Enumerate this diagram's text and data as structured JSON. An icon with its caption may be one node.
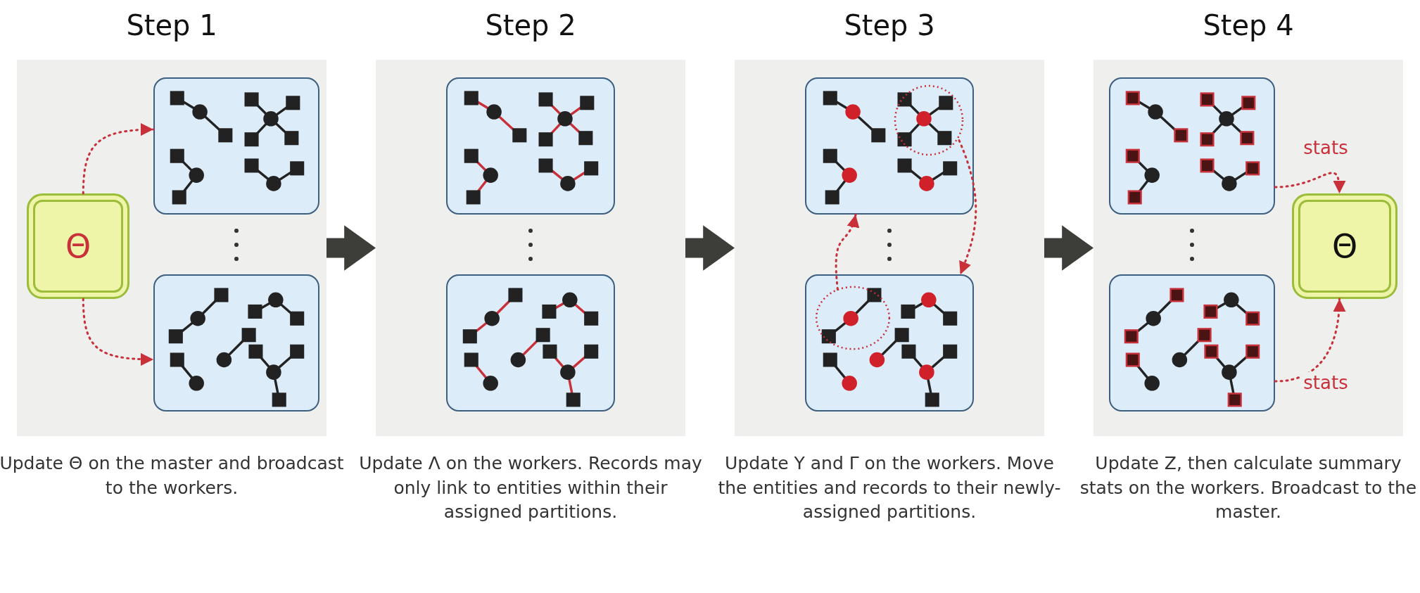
{
  "diagram": {
    "nodes": [
      {
        "text": [
          "Step 1"
        ],
        "beside": [
          "Update Θ on the master and broadcast to the workers."
        ]
      },
      {
        "text": [
          "Θ"
        ],
        "in": 0
      },
      {
        "text": [],
        "shape": "box",
        "in": 0
      },
      {
        "text": [],
        "shape": "box",
        "in": 0
      },
      {
        "text": [
          "Step 2"
        ],
        "beside": [
          "Update Λ on the workers. Records may only link to entities within their assigned partitions."
        ]
      },
      {
        "text": [],
        "shape": "box",
        "in": 4
      },
      {
        "text": [],
        "shape": "box",
        "in": 4
      },
      {
        "text": [
          "Step 3"
        ],
        "beside": [
          "Update Y and Γ on the workers. Move the entities and records to their newly-assigned partitions."
        ]
      },
      {
        "text": [],
        "shape": "box",
        "in": 7
      },
      {
        "text": [],
        "shape": "ellipse",
        "in": 8
      },
      {
        "text": [],
        "shape": "box",
        "in": 7
      },
      {
        "text": [],
        "shape": "ellipse",
        "in": 10
      },
      {
        "text": [
          "Step 4"
        ],
        "beside": [
          "Update Z, then calculate summary stats on the workers. Broadcast to the master."
        ]
      },
      {
        "text": [],
        "shape": "box",
        "in": 12
      },
      {
        "text": [],
        "shape": "box",
        "in": 12
      },
      {
        "text": [
          "Θ"
        ],
        "in": 12
      }
    ],
    "edges": [
      {
        "from": 1,
        "to": 2,
        "arrow": "to",
        "style": "dashed"
      },
      {
        "from": 1,
        "to": 3,
        "arrow": "to",
        "style": "dashed"
      },
      {
        "from": 0,
        "to": 4,
        "arrow": "to",
        "style": "thick",
        "color": "#3d3d3a"
      },
      {
        "from": 4,
        "to": 7,
        "arrow": "to",
        "style": "thick",
        "color": "#3d3d3a"
      },
      {
        "from": 7,
        "to": 12,
        "arrow": "to",
        "style": "thick",
        "color": "#3d3d3a"
      },
      {
        "from": 11,
        "to": 8,
        "arrow": "to",
        "style": "dashed"
      },
      {
        "from": 9,
        "to": 10,
        "arrow": "to",
        "style": "dashed"
      },
      {
        "from": 13,
        "to": 15,
        "arrow": "to",
        "style": "dashed",
        "label": "stats"
      },
      {
        "from": 14,
        "to": 15,
        "arrow": "to",
        "style": "dashed",
        "label": "stats"
      }
    ]
  }
}
